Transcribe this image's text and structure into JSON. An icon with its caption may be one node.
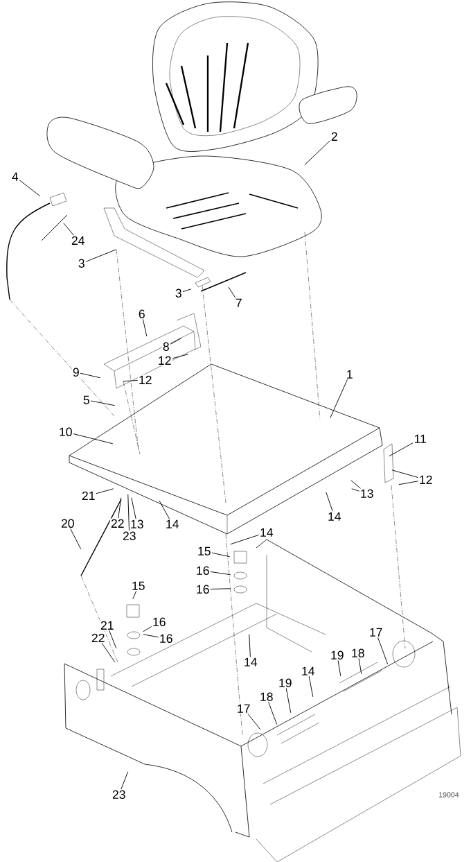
{
  "diagram": {
    "nodes": [
      {
        "text": [
          "2"
        ],
        "in": 42
      },
      {
        "text": [
          "4"
        ],
        "in": 42
      },
      {
        "text": [
          "24"
        ],
        "in": 42
      },
      {
        "text": [
          "3"
        ],
        "in": 42
      },
      {
        "text": [
          "3"
        ],
        "in": 42
      },
      {
        "text": [
          "7"
        ],
        "in": 42
      },
      {
        "text": [
          "6"
        ],
        "in": 42
      },
      {
        "text": [
          "8"
        ],
        "in": 42
      },
      {
        "text": [
          "12"
        ],
        "in": 42
      },
      {
        "text": [
          "9"
        ],
        "in": 42
      },
      {
        "text": [
          "12"
        ],
        "in": 42
      },
      {
        "text": [
          "1"
        ],
        "in": 42
      },
      {
        "text": [
          "5"
        ],
        "in": 42
      },
      {
        "text": [
          "10"
        ],
        "in": 42
      },
      {
        "text": [
          "11"
        ],
        "in": 42
      },
      {
        "text": [
          "12"
        ],
        "in": 42
      },
      {
        "text": [
          "21"
        ],
        "in": 42
      },
      {
        "text": [
          "13"
        ],
        "in": 42
      },
      {
        "text": [
          "22"
        ],
        "in": 42
      },
      {
        "text": [
          "14"
        ],
        "in": 42
      },
      {
        "text": [
          "13"
        ],
        "in": 42
      },
      {
        "text": [
          "14"
        ],
        "in": 42
      },
      {
        "text": [
          "23"
        ],
        "in": 42
      },
      {
        "text": [
          "20"
        ],
        "in": 42
      },
      {
        "text": [
          "14"
        ],
        "in": 42
      },
      {
        "text": [
          "15"
        ],
        "in": 42
      },
      {
        "text": [
          "16"
        ],
        "in": 42
      },
      {
        "text": [
          "16"
        ],
        "in": 42
      },
      {
        "text": [
          "15"
        ],
        "in": 42
      },
      {
        "text": [
          "17"
        ],
        "in": 42
      },
      {
        "text": [
          "21"
        ],
        "in": 42
      },
      {
        "text": [
          "16"
        ],
        "in": 42
      },
      {
        "text": [
          "19"
        ],
        "in": 42
      },
      {
        "text": [
          "18"
        ],
        "in": 42
      },
      {
        "text": [
          "16"
        ],
        "in": 42
      },
      {
        "text": [
          "22"
        ],
        "in": 42
      },
      {
        "text": [
          "14"
        ],
        "in": 42
      },
      {
        "text": [
          "14"
        ],
        "in": 42
      },
      {
        "text": [
          "19"
        ],
        "in": 42
      },
      {
        "text": [
          "18"
        ],
        "in": 42
      },
      {
        "text": [
          "17"
        ],
        "in": 42
      },
      {
        "text": [
          "23"
        ],
        "in": 42
      },
      {
        "text": [],
        "shape": "picture"
      }
    ],
    "edges": [
      {
        "from": 0,
        "to": 42,
        "arrow": "none"
      },
      {
        "from": 1,
        "to": 42,
        "arrow": "none"
      },
      {
        "from": 2,
        "to": 42,
        "arrow": "none"
      },
      {
        "from": 3,
        "to": 42,
        "arrow": "none"
      },
      {
        "from": 4,
        "to": 42,
        "arrow": "none"
      },
      {
        "from": 5,
        "to": 42,
        "arrow": "none"
      },
      {
        "from": 6,
        "to": 42,
        "arrow": "none"
      },
      {
        "from": 7,
        "to": 42,
        "arrow": "none"
      },
      {
        "from": 8,
        "to": 42,
        "arrow": "none"
      },
      {
        "from": 9,
        "to": 42,
        "arrow": "none"
      },
      {
        "from": 10,
        "to": 42,
        "arrow": "none"
      },
      {
        "from": 11,
        "to": 42,
        "arrow": "none"
      },
      {
        "from": 12,
        "to": 42,
        "arrow": "none"
      },
      {
        "from": 13,
        "to": 42,
        "arrow": "none"
      },
      {
        "from": 14,
        "to": 42,
        "arrow": "none"
      },
      {
        "from": 15,
        "to": 42,
        "arrow": "none"
      },
      {
        "from": 15,
        "to": 42,
        "arrow": "none"
      },
      {
        "from": 16,
        "to": 42,
        "arrow": "none"
      },
      {
        "from": 17,
        "to": 42,
        "arrow": "none"
      },
      {
        "from": 18,
        "to": 42,
        "arrow": "none"
      },
      {
        "from": 19,
        "to": 42,
        "arrow": "none"
      },
      {
        "from": 20,
        "to": 42,
        "arrow": "none"
      },
      {
        "from": 20,
        "to": 42,
        "arrow": "none"
      },
      {
        "from": 21,
        "to": 42,
        "arrow": "none"
      },
      {
        "from": 22,
        "to": 42,
        "arrow": "none"
      },
      {
        "from": 23,
        "to": 42,
        "arrow": "none"
      },
      {
        "from": 24,
        "to": 42,
        "arrow": "none"
      },
      {
        "from": 25,
        "to": 42,
        "arrow": "none"
      },
      {
        "from": 26,
        "to": 42,
        "arrow": "none"
      },
      {
        "from": 27,
        "to": 42,
        "arrow": "none"
      },
      {
        "from": 28,
        "to": 42,
        "arrow": "none"
      },
      {
        "from": 29,
        "to": 42,
        "arrow": "none"
      },
      {
        "from": 30,
        "to": 42,
        "arrow": "none"
      },
      {
        "from": 31,
        "to": 42,
        "arrow": "none"
      },
      {
        "from": 32,
        "to": 42,
        "arrow": "none"
      },
      {
        "from": 33,
        "to": 42,
        "arrow": "none"
      },
      {
        "from": 34,
        "to": 42,
        "arrow": "none"
      },
      {
        "from": 35,
        "to": 42,
        "arrow": "none"
      },
      {
        "from": 36,
        "to": 42,
        "arrow": "none"
      },
      {
        "from": 37,
        "to": 42,
        "arrow": "none"
      },
      {
        "from": 38,
        "to": 42,
        "arrow": "none"
      },
      {
        "from": 39,
        "to": 42,
        "arrow": "none"
      },
      {
        "from": 40,
        "to": 42,
        "arrow": "none"
      },
      {
        "from": 41,
        "to": 42,
        "arrow": "none"
      }
    ],
    "labels": [
      "19004"
    ]
  }
}
